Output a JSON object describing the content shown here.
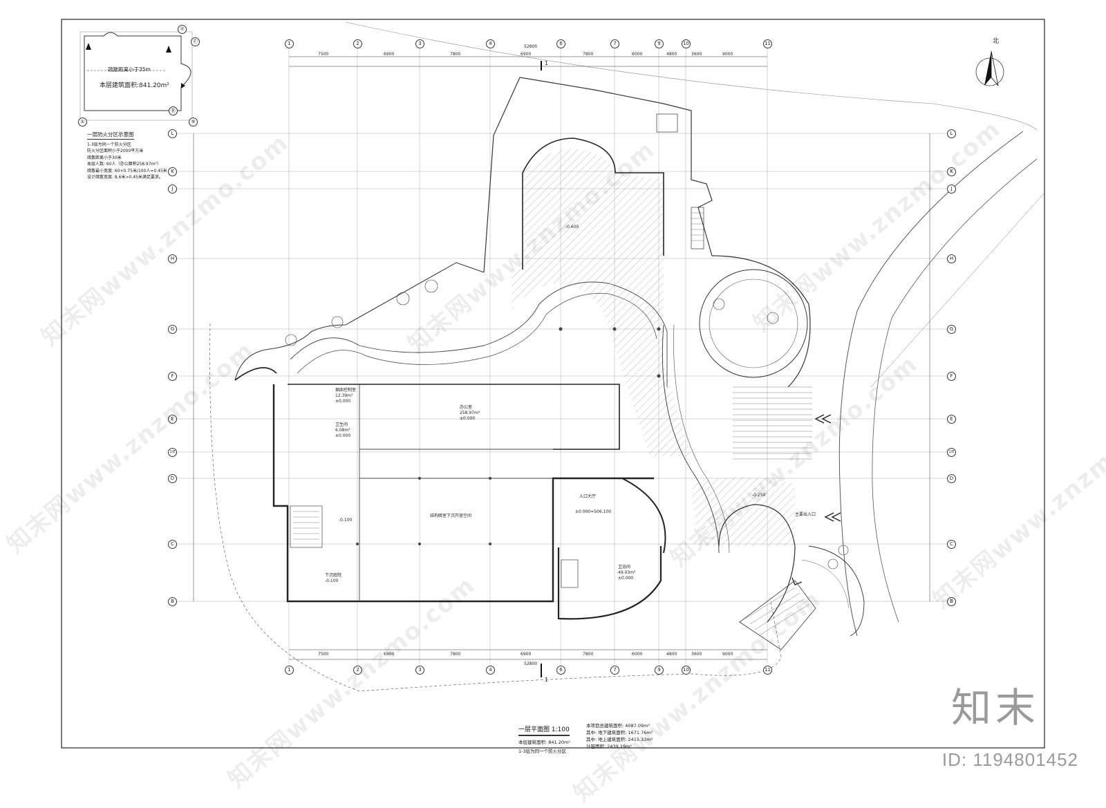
{
  "key_plan": {
    "distance_text": "疏散距离小于35m",
    "area_text": "本层建筑面积:841.20m²",
    "grid_labels": [
      "①",
      "⑦",
      "Ⓕ",
      "Ⓑ",
      "⑨"
    ]
  },
  "fire_zone_legend": {
    "title": "一层防火分区示意图",
    "lines": [
      "1-3层为同一个防火分区",
      "防火分区面积小于2000平方米",
      "疏散距离小于30米",
      "本层人数: 60人（办公面积258.97m²）",
      "疏散最小宽度: 60×0.75米/100人=0.45米",
      "设计疏散宽度: 8.6米>0.45米满足要求。"
    ]
  },
  "grid_columns": [
    "1",
    "2",
    "3",
    "4",
    "6",
    "7",
    "9",
    "10",
    "11"
  ],
  "grid_rows": [
    "L",
    "K",
    "J",
    "H",
    "G",
    "F",
    "E",
    "1/E",
    "D",
    "C",
    "B"
  ],
  "top_dimensions": [
    "7500",
    "6900",
    "7800",
    "6900",
    "7800",
    "6000",
    "4800",
    "3600",
    "9000"
  ],
  "overall_dimension": "52800",
  "room_labels": [
    {
      "id": "office",
      "name": "办公室",
      "area": "258.97m²",
      "level": "±0.000"
    },
    {
      "id": "kitchen",
      "name": "烟囱控制室",
      "area": "12.39m²",
      "level": "±0.000"
    },
    {
      "id": "storage",
      "name": "卫生间",
      "area": "6.08m²",
      "level": "±0.000"
    },
    {
      "id": "lobby",
      "name": "入口大厅",
      "level": "±0.000=506.100"
    },
    {
      "id": "toilet",
      "name": "卫浴间",
      "area": "49.03m²",
      "level": "±0.000"
    },
    {
      "id": "activity",
      "name": "结构暗室下沉开放空间"
    },
    {
      "id": "courtyard",
      "name": "下沉庭院",
      "level": "-0.100"
    },
    {
      "id": "entrance",
      "name": "主要出入口"
    },
    {
      "id": "elevation_a",
      "name": "-0.100"
    },
    {
      "id": "elevation_b",
      "name": "-0.250"
    },
    {
      "id": "elevation_c",
      "name": "-0.600"
    }
  ],
  "north_label": "北",
  "section_mark": "1",
  "title": {
    "name": "一层平面图",
    "scale": "1:100",
    "sub1": "本层建筑面积: 841.20m²",
    "sub2": "1-3层为同一个防火分区"
  },
  "stats": [
    "本项目总建筑面积: 4087.09m²",
    "其中: 地下建筑面积: 1671.76m²",
    "其中: 地上建筑面积: 2415.33m²",
    "计容面积: 2439.19m²"
  ],
  "watermark_text": "知末网www.znzmo.com",
  "brand": "知末",
  "brand_id": "ID: 1194801452"
}
